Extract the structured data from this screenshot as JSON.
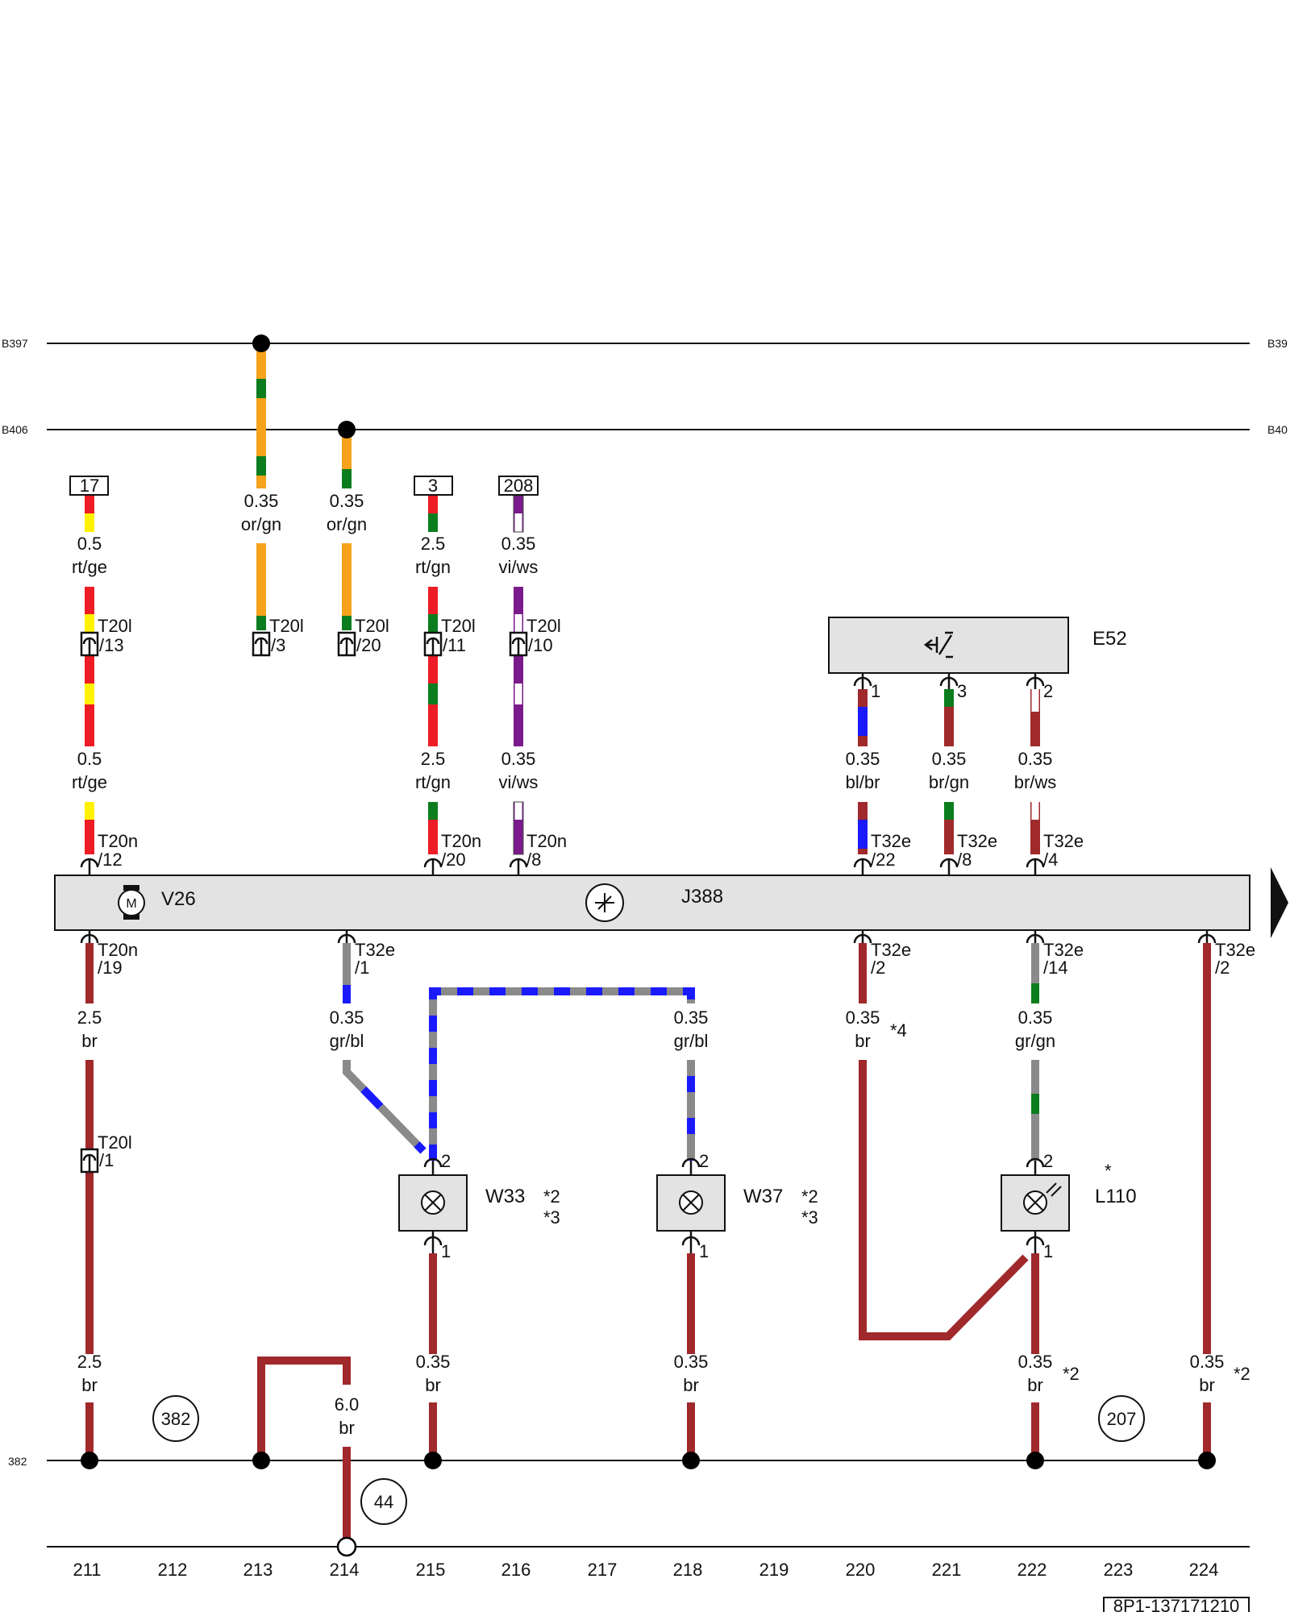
{
  "diagram_code": "8P1-137171210",
  "buses": {
    "b397_left": "B397",
    "b397_right": "B39",
    "b406_left": "B406",
    "b406_right": "B40",
    "g382": "382"
  },
  "track_numbers": [
    "211",
    "212",
    "213",
    "214",
    "215",
    "216",
    "217",
    "218",
    "219",
    "220",
    "221",
    "222",
    "223",
    "224"
  ],
  "references": {
    "ref_17": "17",
    "ref_3": "3",
    "ref_208": "208",
    "circle_382": "382",
    "circle_207": "207",
    "circle_44": "44"
  },
  "components": {
    "v26": "V26",
    "j388": "J388",
    "e52": "E52",
    "w33": "W33",
    "w37": "W37",
    "l110": "L110"
  },
  "notes": {
    "n2": "*2",
    "n3": "*3",
    "n4": "*4",
    "star": "*"
  },
  "connectors": {
    "t20l_13": [
      "T20l",
      "/13"
    ],
    "t20l_3": [
      "T20l",
      "/3"
    ],
    "t20l_20": [
      "T20l",
      "/20"
    ],
    "t20l_11": [
      "T20l",
      "/11"
    ],
    "t20l_10": [
      "T20l",
      "/10"
    ],
    "t20l_1": [
      "T20l",
      "/1"
    ],
    "t20n_12": [
      "T20n",
      "/12"
    ],
    "t20n_20": [
      "T20n",
      "/20"
    ],
    "t20n_8": [
      "T20n",
      "/8"
    ],
    "t20n_19": [
      "T20n",
      "/19"
    ],
    "t32e_22": [
      "T32e",
      "/22"
    ],
    "t32e_8": [
      "T32e",
      "/8"
    ],
    "t32e_4": [
      "T32e",
      "/4"
    ],
    "t32e_1": [
      "T32e",
      "/1"
    ],
    "t32e_2a": [
      "T32e",
      "/2"
    ],
    "t32e_14": [
      "T32e",
      "/14"
    ],
    "t32e_2b": [
      "T32e",
      "/2"
    ]
  },
  "pins": {
    "p1": "1",
    "p2": "2",
    "p3": "3"
  },
  "wires": {
    "w_orgn_a": [
      "0.35",
      "or/gn"
    ],
    "w_orgn_b": [
      "0.35",
      "or/gn"
    ],
    "w_rtge_top": [
      "0.5",
      "rt/ge"
    ],
    "w_rtge_bot": [
      "0.5",
      "rt/ge"
    ],
    "w_rtgn_top": [
      "2.5",
      "rt/gn"
    ],
    "w_rtgn_bot": [
      "2.5",
      "rt/gn"
    ],
    "w_viws_top": [
      "0.35",
      "vi/ws"
    ],
    "w_viws_bot": [
      "0.35",
      "vi/ws"
    ],
    "w_blbr": [
      "0.35",
      "bl/br"
    ],
    "w_brgn": [
      "0.35",
      "br/gn"
    ],
    "w_brws": [
      "0.35",
      "br/ws"
    ],
    "w_br25_top": [
      "2.5",
      "br"
    ],
    "w_grbl_a": [
      "0.35",
      "gr/bl"
    ],
    "w_grbl_b": [
      "0.35",
      "gr/bl"
    ],
    "w_br_220": [
      "0.35",
      "br"
    ],
    "w_grgn": [
      "0.35",
      "gr/gn"
    ],
    "w_br25_bot": [
      "2.5",
      "br"
    ],
    "w_br60": [
      "6.0",
      "br"
    ],
    "w_br_215": [
      "0.35",
      "br"
    ],
    "w_br_218": [
      "0.35",
      "br"
    ],
    "w_br_222": [
      "0.35",
      "br"
    ],
    "w_br_224": [
      "0.35",
      "br"
    ]
  },
  "colors": {
    "red": "#ee1c25",
    "yellow": "#fff200",
    "orange": "#f7a21b",
    "green": "#0b7d1e",
    "brown": "#a0292b",
    "blue": "#1a1aff",
    "grey": "#8a8a8a",
    "violet": "#7b1a8c",
    "white": "#ffffff",
    "box": "#e3e3e3"
  }
}
